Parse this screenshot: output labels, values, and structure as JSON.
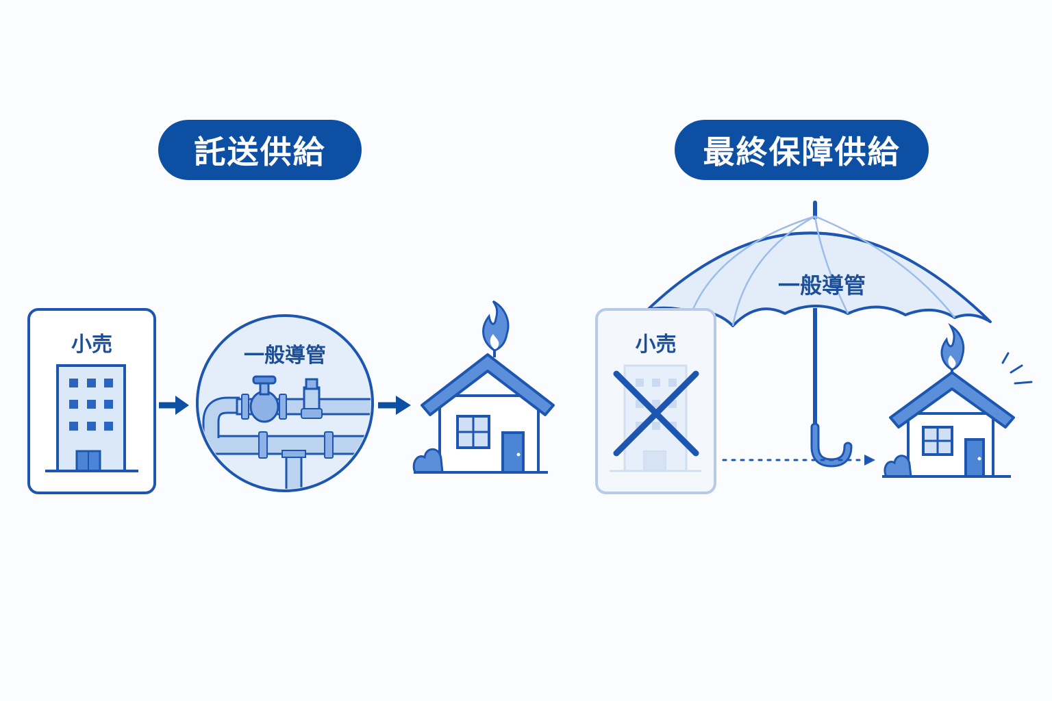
{
  "left_panel": {
    "title": "託送供給",
    "retail_label": "小売",
    "pipe_label": "一般導管"
  },
  "right_panel": {
    "title": "最終保障供給",
    "retail_label": "小売",
    "umbrella_label": "一般導管"
  },
  "colors": {
    "primary": "#0d4fa3",
    "stroke": "#1d56b0",
    "light_fill": "#dde9f8",
    "faded": "#b7cbe8"
  }
}
